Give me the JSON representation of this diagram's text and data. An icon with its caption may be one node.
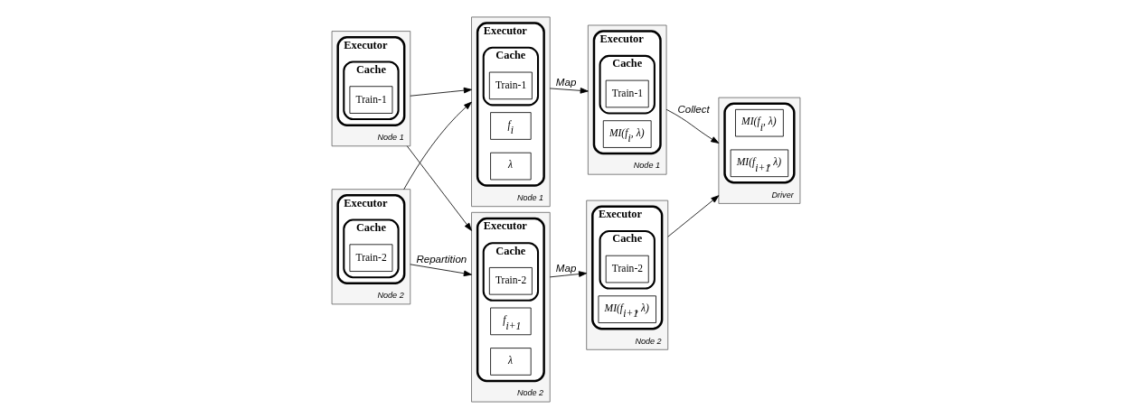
{
  "diagram": {
    "nodes": [
      {
        "text": [
          "Node 1"
        ]
      },
      {
        "text": [
          "Executor"
        ],
        "in": 0
      },
      {
        "text": [
          "Cache"
        ],
        "in": 1
      },
      {
        "text": [
          "Train-1"
        ],
        "in": 2
      },
      {
        "text": [
          "Node 1"
        ]
      },
      {
        "text": [
          "Executor"
        ],
        "in": 4
      },
      {
        "text": [
          "f$_{i}$"
        ],
        "in": 5
      },
      {
        "text": [
          "λ"
        ],
        "in": 5
      },
      {
        "text": [
          "Cache"
        ],
        "in": 5
      },
      {
        "text": [
          "Train-1"
        ],
        "in": 8
      },
      {
        "text": [
          "Node 1"
        ]
      },
      {
        "text": [
          "Executor"
        ],
        "in": 10
      },
      {
        "text": [
          "MI(f$_{i}$, λ)"
        ],
        "in": 11
      },
      {
        "text": [
          "Cache"
        ],
        "in": 11
      },
      {
        "text": [
          "Train-1"
        ],
        "in": 13
      },
      {
        "text": [
          "Driver"
        ]
      },
      {
        "text": [],
        "shape": "box",
        "in": 15
      },
      {
        "text": [
          "MI(f$_{i}$, λ)"
        ],
        "in": 16
      },
      {
        "text": [
          "MI(f$_{i+1}$, λ)"
        ],
        "in": 16
      },
      {
        "text": [
          "Node 2"
        ]
      },
      {
        "text": [
          "Executor"
        ],
        "in": 19
      },
      {
        "text": [
          "Cache"
        ],
        "in": 20
      },
      {
        "text": [
          "Train-2"
        ],
        "in": 21
      },
      {
        "text": [
          "Node 2"
        ]
      },
      {
        "text": [
          "Executor"
        ],
        "in": 23
      },
      {
        "text": [
          "f$_{i+1}$"
        ],
        "in": 24
      },
      {
        "text": [
          "λ"
        ],
        "in": 24
      },
      {
        "text": [
          "Cache"
        ],
        "in": 24
      },
      {
        "text": [
          "Train-2"
        ],
        "in": 27
      },
      {
        "text": [
          "Node 2"
        ]
      },
      {
        "text": [
          "Executor"
        ],
        "in": 29
      },
      {
        "text": [
          "MI(f$_{i+1}$, λ)"
        ],
        "in": 30
      },
      {
        "text": [
          "Cache"
        ],
        "in": 30
      },
      {
        "text": [
          "Train-2"
        ],
        "in": 32
      }
    ],
    "edges": [
      {
        "from": 0,
        "to": 4,
        "arrow": "to"
      },
      {
        "from": 0,
        "to": 23,
        "arrow": "to"
      },
      {
        "from": 19,
        "to": 23,
        "arrow": "to",
        "label": "Repartition"
      },
      {
        "from": 19,
        "to": 4,
        "arrow": "to"
      },
      {
        "from": 4,
        "to": 10,
        "arrow": "to",
        "label": "Map"
      },
      {
        "from": 23,
        "to": 29,
        "arrow": "to",
        "label": "Map"
      },
      {
        "from": 10,
        "to": 15,
        "arrow": "to",
        "label": "Collect"
      },
      {
        "from": 29,
        "to": 15,
        "arrow": "to"
      }
    ]
  }
}
